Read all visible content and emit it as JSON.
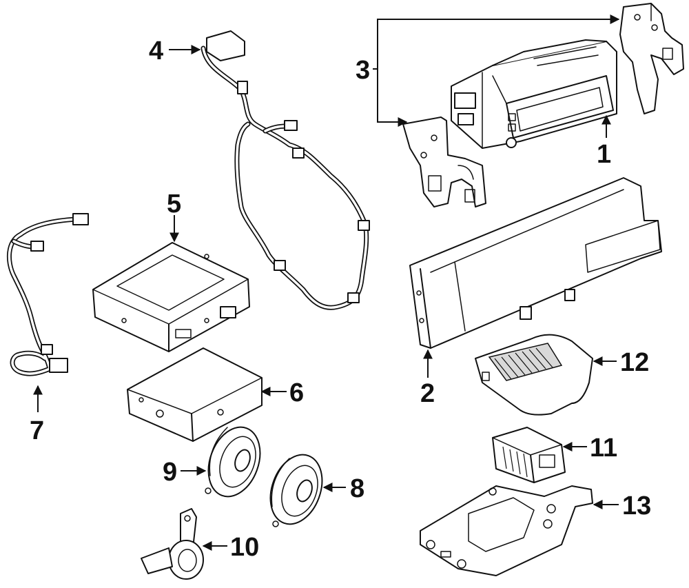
{
  "callouts": {
    "c1": "1",
    "c2": "2",
    "c3": "3",
    "c4": "4",
    "c5": "5",
    "c6": "6",
    "c7": "7",
    "c8": "8",
    "c9": "9",
    "c10": "10",
    "c11": "11",
    "c12": "12",
    "c13": "13"
  },
  "colors": {
    "line": "#111111",
    "background": "#ffffff",
    "shade": "#d9d9d9"
  }
}
